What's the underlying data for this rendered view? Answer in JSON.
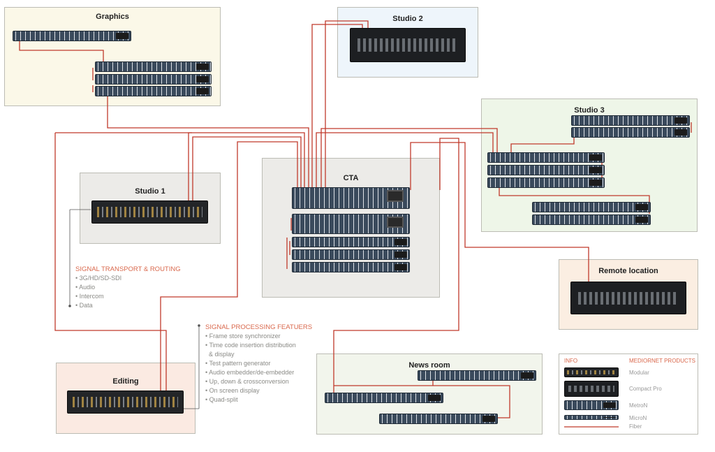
{
  "colors": {
    "fiber": "#c0392b",
    "graphics_bg": "#fbf8e8",
    "studio2_bg": "#eef5fb",
    "studio3_bg": "#eef6e8",
    "studio1_bg": "#ecebe8",
    "cta_bg": "#ecebe8",
    "remote_bg": "#fbeee2",
    "editing_bg": "#fbeae2",
    "newsroom_bg": "#f2f5ec"
  },
  "areas": {
    "graphics": "Graphics",
    "studio2": "Studio 2",
    "studio3": "Studio 3",
    "studio1": "Studio 1",
    "cta": "CTA",
    "remote": "Remote location",
    "editing": "Editing",
    "newsroom": "News room"
  },
  "transport": {
    "heading": "SIGNAL TRANSPORT & ROUTING",
    "items": [
      "• 3G/HD/SD-SDI",
      "• Audio",
      "• Intercom",
      "• Data"
    ]
  },
  "processing": {
    "heading": "SIGNAL PROCESSING FEATUERS",
    "items": [
      "• Frame store synchronizer",
      "• Time code insertion distribution",
      "  & display",
      "• Test pattern generator",
      "• Audio embedder/de-embedder",
      "• Up, down & crossconversion",
      "• On screen display",
      "• Quad-split"
    ]
  },
  "legend": {
    "info": "INFO",
    "products": "MEDIORNET PRODUCTS",
    "modular": "Modular",
    "compact_pro": "Compact Pro",
    "metron": "MetroN",
    "micron": "MicroN",
    "fiber": "Fiber"
  }
}
